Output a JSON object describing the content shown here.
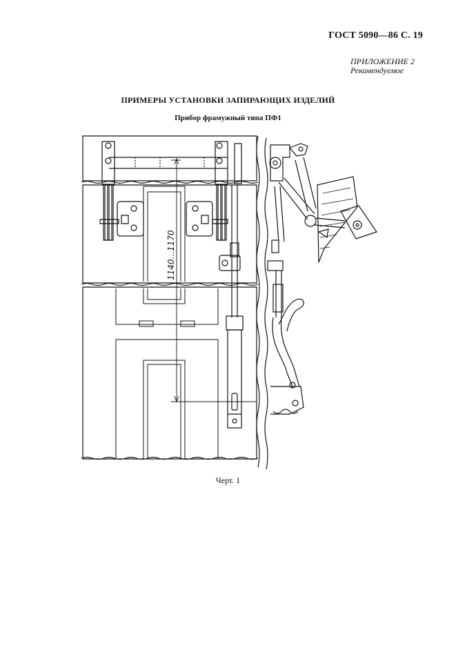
{
  "header": {
    "page_ref": "ГОСТ 5090—86 С. 19"
  },
  "appendix": {
    "label": "ПРИЛОЖЕНИЕ 2",
    "status": "Рекомендуемое"
  },
  "title": "ПРИМЕРЫ УСТАНОВКИ ЗАПИРАЮЩИХ ИЗДЕЛИЙ",
  "subtitle": "Прибор фрамужный типа ПФ1",
  "drawing": {
    "dimension_label": "1140...1170"
  },
  "caption": "Черт. 1"
}
